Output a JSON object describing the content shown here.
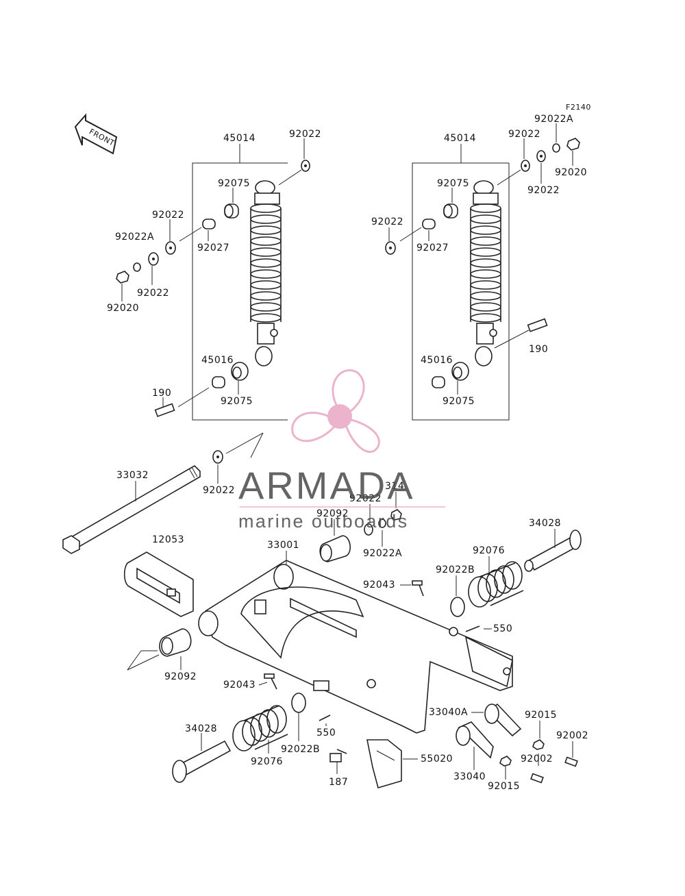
{
  "diagram": {
    "figure_code": "F2140",
    "front_label": "FRONT",
    "labels": {
      "l45014_left": "45014",
      "l92022_a": "92022",
      "l92075_a": "92075",
      "l92022_b": "92022",
      "l92022A_a": "92022A",
      "l92027_a": "92027",
      "l92022_c": "92022",
      "l92020_a": "92020",
      "l45016_a": "45016",
      "l190_a": "190",
      "l92075_b": "92075",
      "l45014_right": "45014",
      "l92022_d": "92022",
      "l92022A_b": "92022A",
      "l92020_b": "92020",
      "l92022_e": "92022",
      "l92075_c": "92075",
      "l92022_f": "92022",
      "l92027_b": "92027",
      "l190_b": "190",
      "l45016_b": "45016",
      "l92075_d": "92075",
      "l33032": "33032",
      "l92022_g": "92022",
      "l92022_h": "92022",
      "l314": "314",
      "l92092_a": "92092",
      "l92022A_c": "92022A",
      "l34028_a": "34028",
      "l12053": "12053",
      "l33001": "33001",
      "l92076_a": "92076",
      "l92043_a": "92043",
      "l92022B_a": "92022B",
      "l550_a": "550",
      "l92092_b": "92092",
      "l92043_b": "92043",
      "l33040A": "33040A",
      "l92015_a": "92015",
      "l92002_a": "92002",
      "l34028_b": "34028",
      "l550_b": "550",
      "l92076_b": "92076",
      "l92022B_b": "92022B",
      "l187": "187",
      "l55020": "55020",
      "l33040": "33040",
      "l92002_b": "92002",
      "l92015_b": "92015"
    }
  },
  "watermark": {
    "brand": "ARMADA",
    "tagline": "marine outboards",
    "accent_color": "#e8a6c4"
  }
}
